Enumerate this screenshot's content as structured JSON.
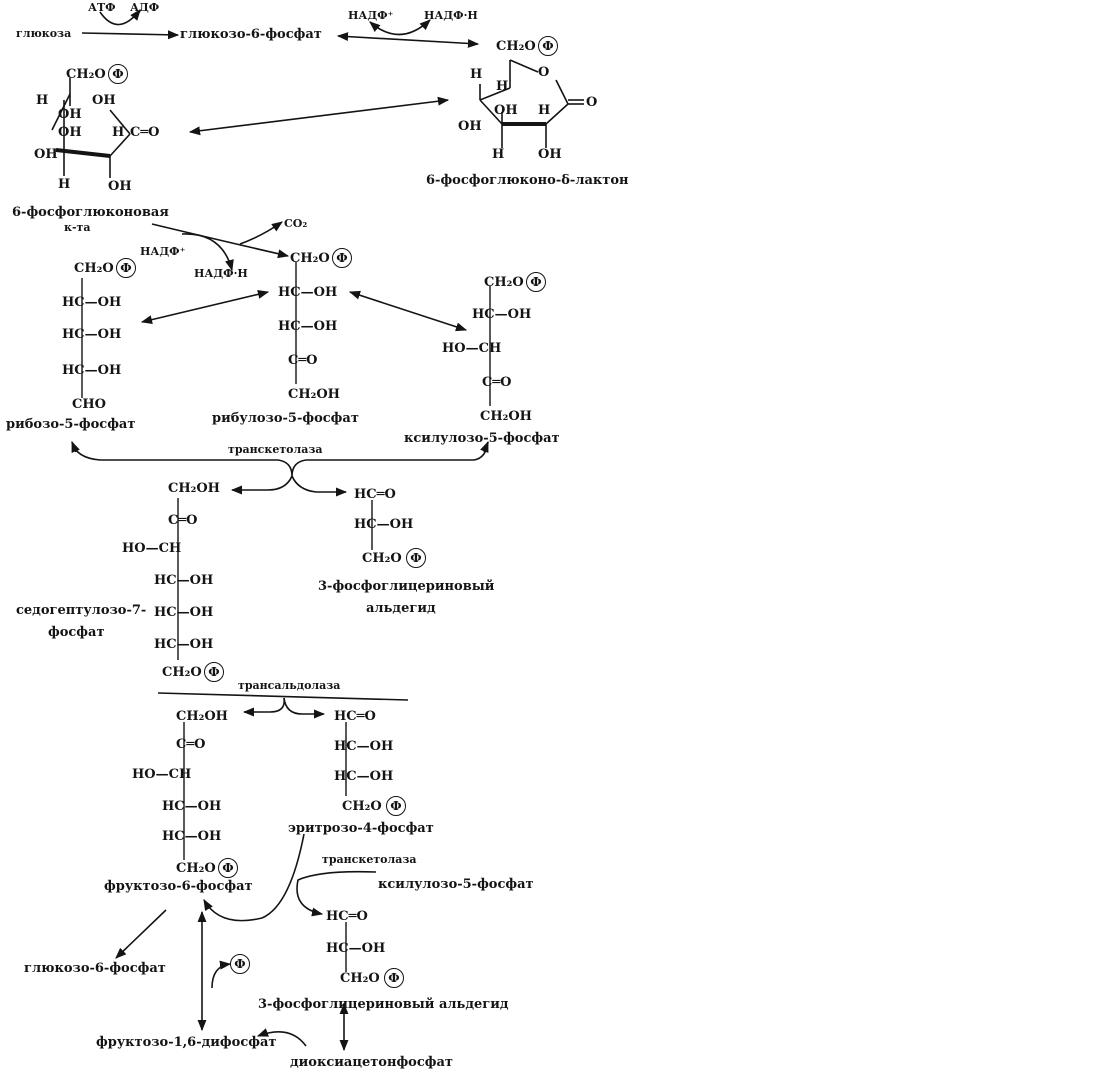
{
  "phosphate_symbol": "Ф",
  "reagents": {
    "atp": "АТФ",
    "adp": "АДФ",
    "nadp": "НАДФ⁺",
    "nadph": "НАДФ·Н",
    "co2": "CO₂"
  },
  "enzymes": {
    "transketolase_1": "транскетолаза",
    "transaldolase": "трансальдолаза",
    "transketolase_2": "транскетолаза"
  },
  "compounds": {
    "glucose": "глюкоза",
    "g6p": "глюкозо-6-фосфат",
    "lactone": "6-фосфоглюконо-δ-лактон",
    "gluconate_1": "6-фосфоглюконовая",
    "gluconate_2": "к-та",
    "r5p": "рибозо-5-фосфат",
    "ru5p": "рибулозо-5-фосфат",
    "xu5p": "ксилулозо-5-фосфат",
    "s7p_1": "седогептулозо-7-",
    "s7p_2": "фосфат",
    "gap_1": "3-фосфоглицериновый",
    "gap_2": "альдегид",
    "e4p": "эритрозо-4-фосфат",
    "f6p": "фруктозо-6-фосфат",
    "xu5p_2": "ксилулозо-5-фосфат",
    "gap_full": "3-фосфоглицериновый альдегид",
    "g6p_2": "глюкозо-6-фосфат",
    "fbp": "фруктозо-1,6-дифосфат",
    "dhap": "диоксиацетонфосфат"
  },
  "struct": {
    "ch2op": "CH₂O",
    "ch2oh": "CH₂OH",
    "hc_oh": "HC—OH",
    "ho_ch": "HO—CH",
    "c_o": "C═O",
    "hc_o": "HC═O",
    "cho": "CHO",
    "oh": "OH",
    "h": "H",
    "o": "O",
    "eq_o": "═O",
    "c_eq_o": "C═O"
  }
}
